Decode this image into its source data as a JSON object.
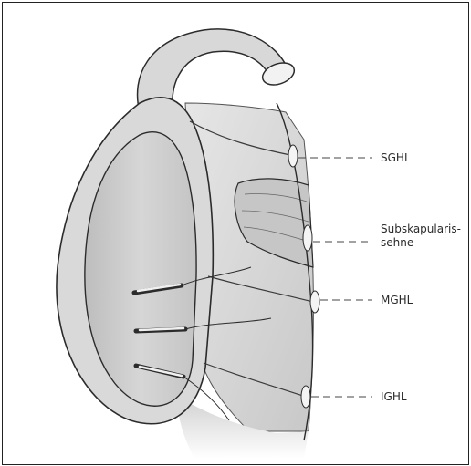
{
  "labels": {
    "sghl": "SGHL",
    "subscapularis_line1": "Subskapularis-",
    "subscapularis_line2": "sehne",
    "mghl": "MGHL",
    "ighl": "IGHL"
  },
  "colors": {
    "outline": "#2b2b2b",
    "labrum_fill": "#d4d4d4",
    "glenoid_fill": "#c9c9c9",
    "capsule_fill": "#dedede",
    "tendon_fill": "#cfcfcf",
    "background": "#ffffff"
  }
}
